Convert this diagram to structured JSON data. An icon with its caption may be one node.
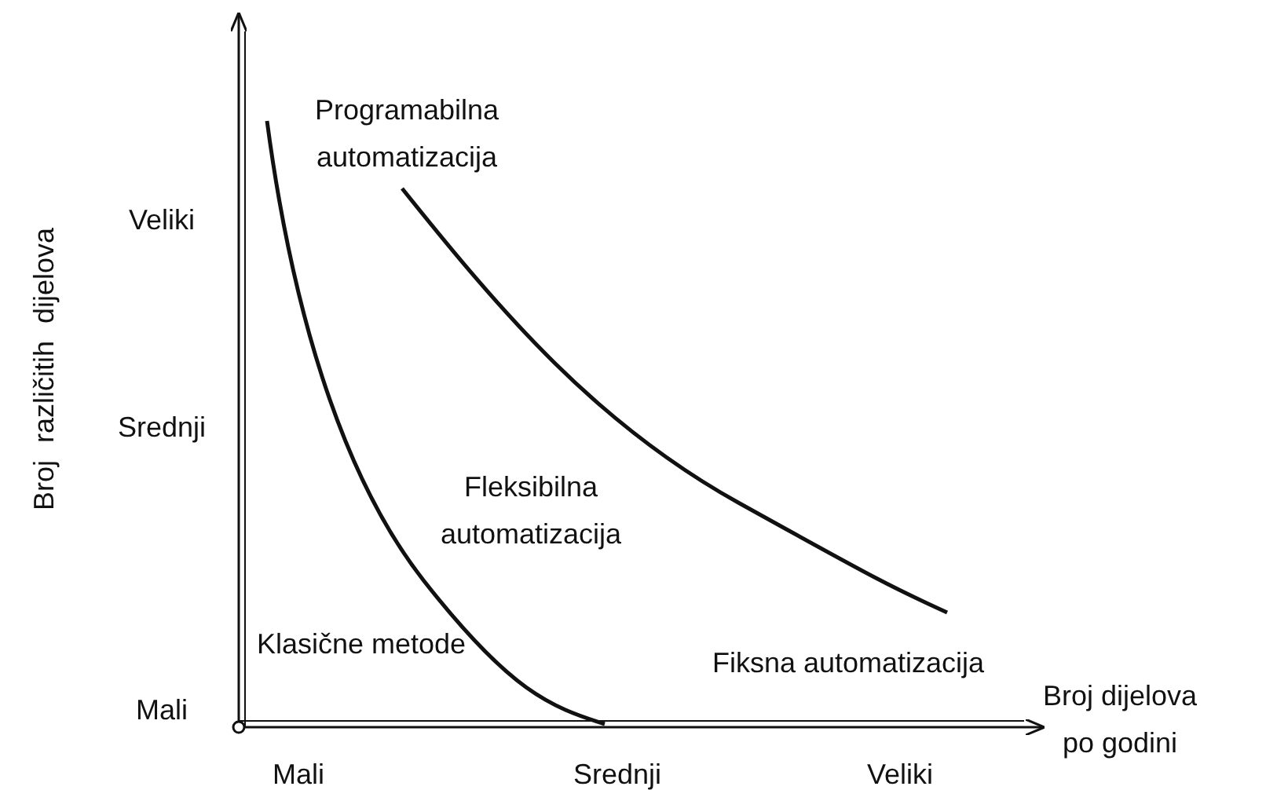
{
  "diagram": {
    "labels": [
      "Programabilna automatizacija",
      "Veliki",
      "Broj različitih dijelova",
      "Srednji",
      "Fleksibilna automatizacija",
      "Klasične metode",
      "Fiksna automatizacija",
      "Mali",
      "Broj dijelova po godini",
      "Mali",
      "Srednji",
      "Veliki"
    ]
  }
}
